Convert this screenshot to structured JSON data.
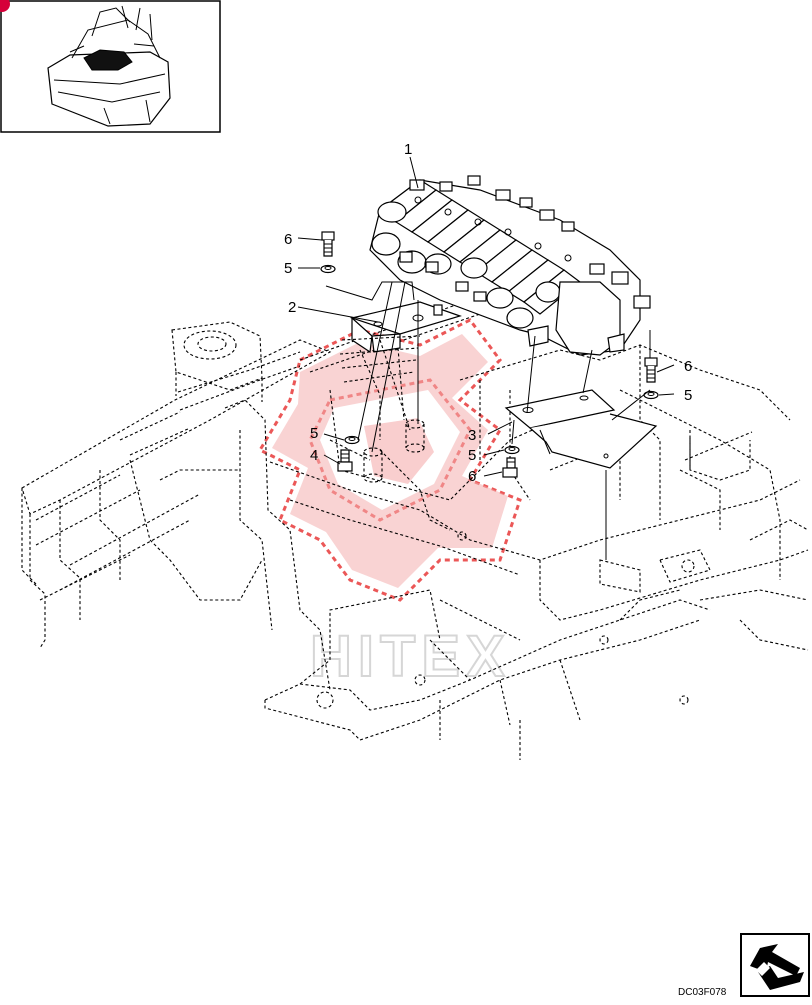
{
  "callouts": {
    "c1": "1",
    "c2": "2",
    "c3": "3",
    "c4": "4",
    "c5a": "5",
    "c5b": "5",
    "c5c": "5",
    "c5d": "5",
    "c6a": "6",
    "c6b": "6",
    "c6c": "6"
  },
  "drawing_code": "DC03F078",
  "watermark": {
    "text": "HITEX",
    "color": "#e83a3a"
  },
  "icons": {
    "locator": "machine-cab-thumbnail-icon",
    "orientation": "direction-arrow-icon"
  }
}
